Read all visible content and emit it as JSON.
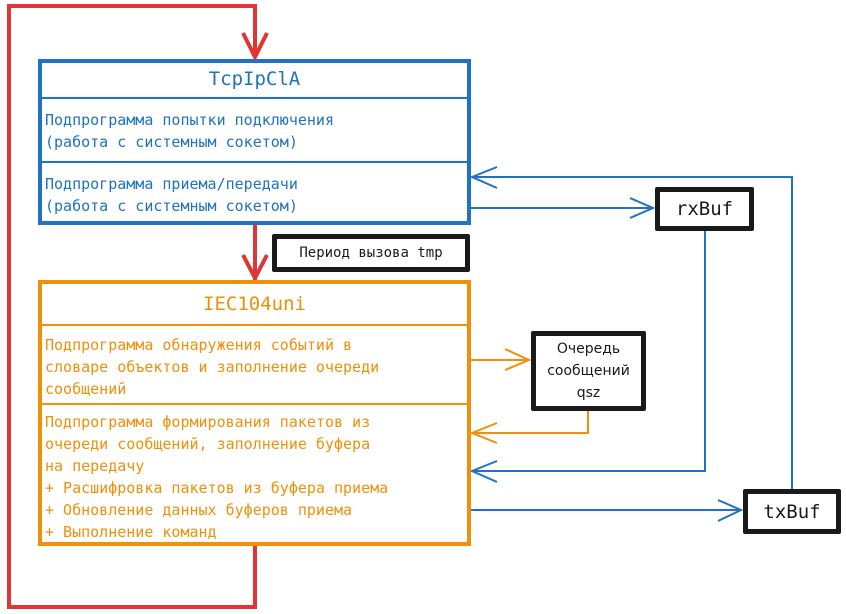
{
  "colors": {
    "loop": "#e03535",
    "tcp": "#1f72c4",
    "iec": "#f0900a",
    "buffer": "#1a1a1a"
  },
  "tcp_block": {
    "title": "TcpIpClA",
    "sections": [
      "Подпрограмма попытки подключения\n(работа с системным сокетом)",
      "Подпрограмма приема/передачи\n(работа с системным сокетом)"
    ]
  },
  "period_label": "Период вызова tmp",
  "iec_block": {
    "title": "IEC104uni",
    "sections": [
      "Подпрограмма обнаружения событий в\nсловаре объектов и заполнение очереди\nсообщений",
      "Подпрограмма формирования пакетов из\nочереди сообщений, заполнение буфера\nна передачу\n+ Расшифровка пакетов из буфера приема\n+ Обновление данных буферов приема\n+ Выполнение команд"
    ]
  },
  "rx_buffer": {
    "label": "rxBuf"
  },
  "tx_buffer": {
    "label": "txBuf"
  },
  "queue": {
    "label": "Очередь\nсообщений\nqsz"
  }
}
